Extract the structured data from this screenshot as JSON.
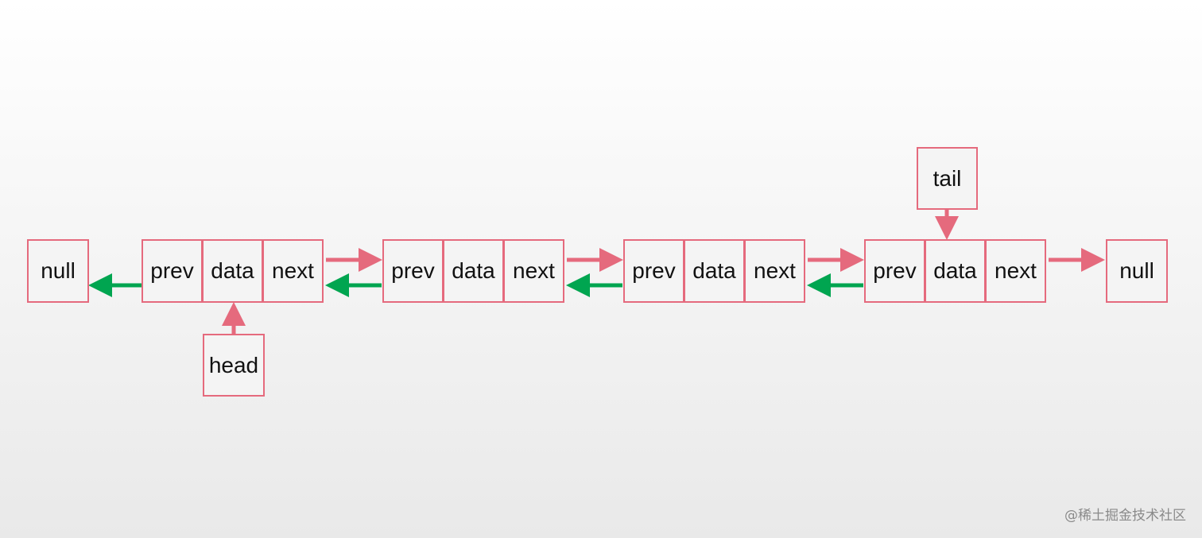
{
  "diagram": {
    "null_left": "null",
    "null_right": "null",
    "head_label": "head",
    "tail_label": "tail",
    "nodes": [
      {
        "prev": "prev",
        "data": "data",
        "next": "next"
      },
      {
        "prev": "prev",
        "data": "data",
        "next": "next"
      },
      {
        "prev": "prev",
        "data": "data",
        "next": "next"
      },
      {
        "prev": "prev",
        "data": "data",
        "next": "next"
      }
    ]
  },
  "colors": {
    "border": "#e56a7d",
    "next_arrow": "#e56a7d",
    "prev_arrow": "#00a550",
    "pointer_arrow": "#e56a7d"
  },
  "watermark": "@稀土掘金技术社区"
}
